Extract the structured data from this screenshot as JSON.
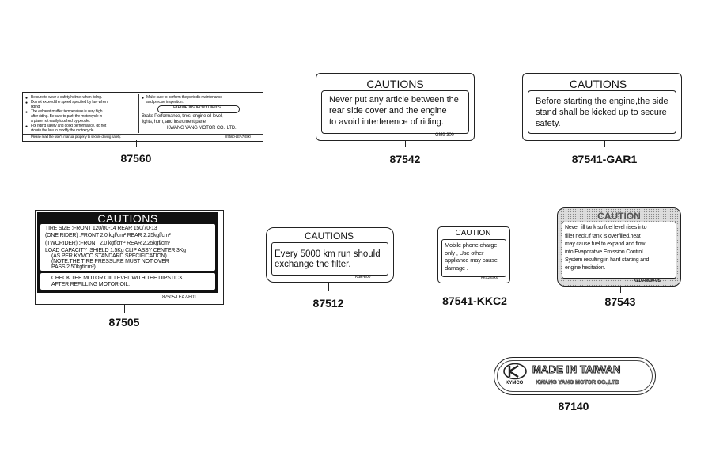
{
  "labels": {
    "l87560": {
      "part_no": "87560",
      "left_items": [
        "Be sure to wear a safety helmet when riding.",
        "Do not exceed  the speed specified by law when",
        "riding.",
        "The exhaust muffler temperature is very high",
        "after riding. Be sure to park the motorcycle in",
        "a place not easily touched by people.",
        "For riding safety and good performance, do not",
        "violate the law to modify the motorcycle."
      ],
      "right_intro": [
        "Make sure to perform the periodic maintenance",
        "and precise inspection."
      ],
      "pill": "Preride Inspection Items",
      "right_body": [
        "Brake Performance, tires, engine oil level,",
        "lights, horn, and instrument panel"
      ],
      "company": "KWANG YANG MOTOR CO., LTD.",
      "footer": "Please read the  user's manual  properly  to secure  driving safety.",
      "code": "87560-LEA7-E00"
    },
    "l87542": {
      "part_no": "87542",
      "title": "CAUTIONS",
      "lines": [
        "Never put any article between the",
        "rear side cover and the engine",
        "to avoid interference of riding."
      ],
      "code": "GM9-300"
    },
    "l87541gar1": {
      "part_no": "87541-GAR1",
      "title": "CAUTIONS",
      "lines": [
        "Before starting the engine,the side",
        "stand shall be kicked up to secure",
        "safety."
      ]
    },
    "l87505": {
      "part_no": "87505",
      "title": "CAUTIONS",
      "tire_size": "TIRE SIZE  :FRONT   120/80-14      REAR  150/70-13",
      "one_rider": "(ONE RIDER) :FRONT   2.0  kgf/cm²      REAR  2.25kgf/cm²",
      "two_rider": "(TWORIDER) :FRONT   2.0  kgf/cm²      REAR  2.25kgf/cm²",
      "load1": "LOAD CAPACITY :SHIELD 1.5Kg  CLIP ASSY CENTER 3Kg",
      "load2": "(AS PER KYMCO STANDARD SPECIFICATION)",
      "note1": "(NOTE:THE TIRE PRESSURE MUST NOT OVER",
      "note2": "PASS 2.50kgf/cm²)",
      "oil1": "CHECK THE MOTOR OIL LEVEL WITH THE DIPSTICK",
      "oil2": "AFTER REFILLING MOTOR OIL.",
      "code": "87505-LEA7-E01"
    },
    "l87512": {
      "part_no": "87512",
      "title": "CAUTIONS",
      "lines": [
        "Every 5000 km run should",
        "exchange the filter."
      ],
      "code": "KSE-E00"
    },
    "l87541kkc2": {
      "part_no": "87541-KKC2",
      "title": "CAUTION",
      "lines": [
        "Mobile phone charge",
        "only , Use other",
        "appliance may cause",
        "damage ."
      ],
      "code": "KKC2-E000"
    },
    "l87543": {
      "part_no": "87543",
      "title": "CAUTION",
      "lines": [
        "Never fill tank so fuel level rises into",
        "filler neck.If tank is overfilled,heat",
        "may cause fuel to expand and flow",
        "into Evaporative Emission Control",
        "System resulting in hard starting and",
        "engine hesitation."
      ],
      "code": "KED9-M000-US"
    },
    "l87140": {
      "part_no": "87140",
      "made_in": "MADE IN TAIWAN",
      "brand": "KYMCO",
      "company": "KWANG YANG MOTOR CO.,LTD"
    }
  },
  "icons": {
    "logo": "kymco-logo-icon"
  }
}
